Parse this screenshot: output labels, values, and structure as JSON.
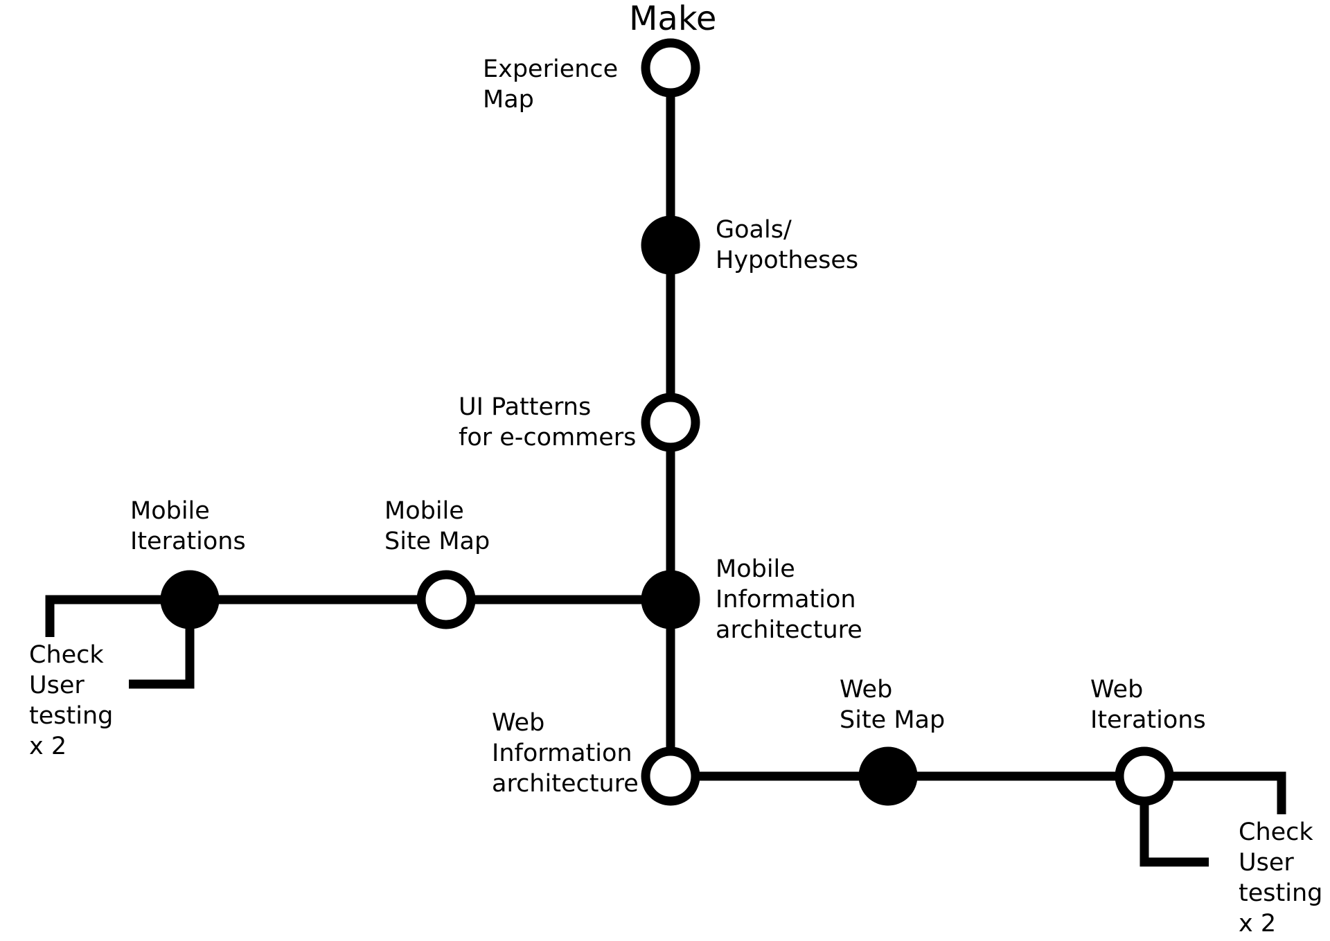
{
  "title": "Make",
  "colors": {
    "line": "#000000",
    "filled": "#000000",
    "open": "#ffffff"
  },
  "nodes": [
    {
      "id": "experience-map",
      "filled": false,
      "lines": [
        "Experience",
        "Map"
      ]
    },
    {
      "id": "goals-hypotheses",
      "filled": true,
      "lines": [
        "Goals/",
        "Hypotheses"
      ]
    },
    {
      "id": "ui-patterns",
      "filled": false,
      "lines": [
        "UI Patterns",
        "for e-commers"
      ]
    },
    {
      "id": "mobile-information-architecture",
      "filled": true,
      "lines": [
        "Mobile",
        "Information",
        "architecture"
      ]
    },
    {
      "id": "mobile-site-map",
      "filled": false,
      "lines": [
        "Mobile",
        "Site Map"
      ]
    },
    {
      "id": "mobile-iterations",
      "filled": true,
      "lines": [
        "Mobile",
        "Iterations"
      ]
    },
    {
      "id": "web-information-architecture",
      "filled": false,
      "lines": [
        "Web",
        "Information",
        "architecture"
      ]
    },
    {
      "id": "web-site-map",
      "filled": true,
      "lines": [
        "Web",
        "Site Map"
      ]
    },
    {
      "id": "web-iterations",
      "filled": false,
      "lines": [
        "Web",
        "Iterations"
      ]
    }
  ],
  "branch_labels": [
    {
      "id": "mobile-check-user-testing",
      "lines": [
        "Check",
        "User",
        "testing",
        "x 2"
      ]
    },
    {
      "id": "web-check-user-testing",
      "lines": [
        "Check",
        "User",
        "testing",
        "x 2"
      ]
    }
  ]
}
